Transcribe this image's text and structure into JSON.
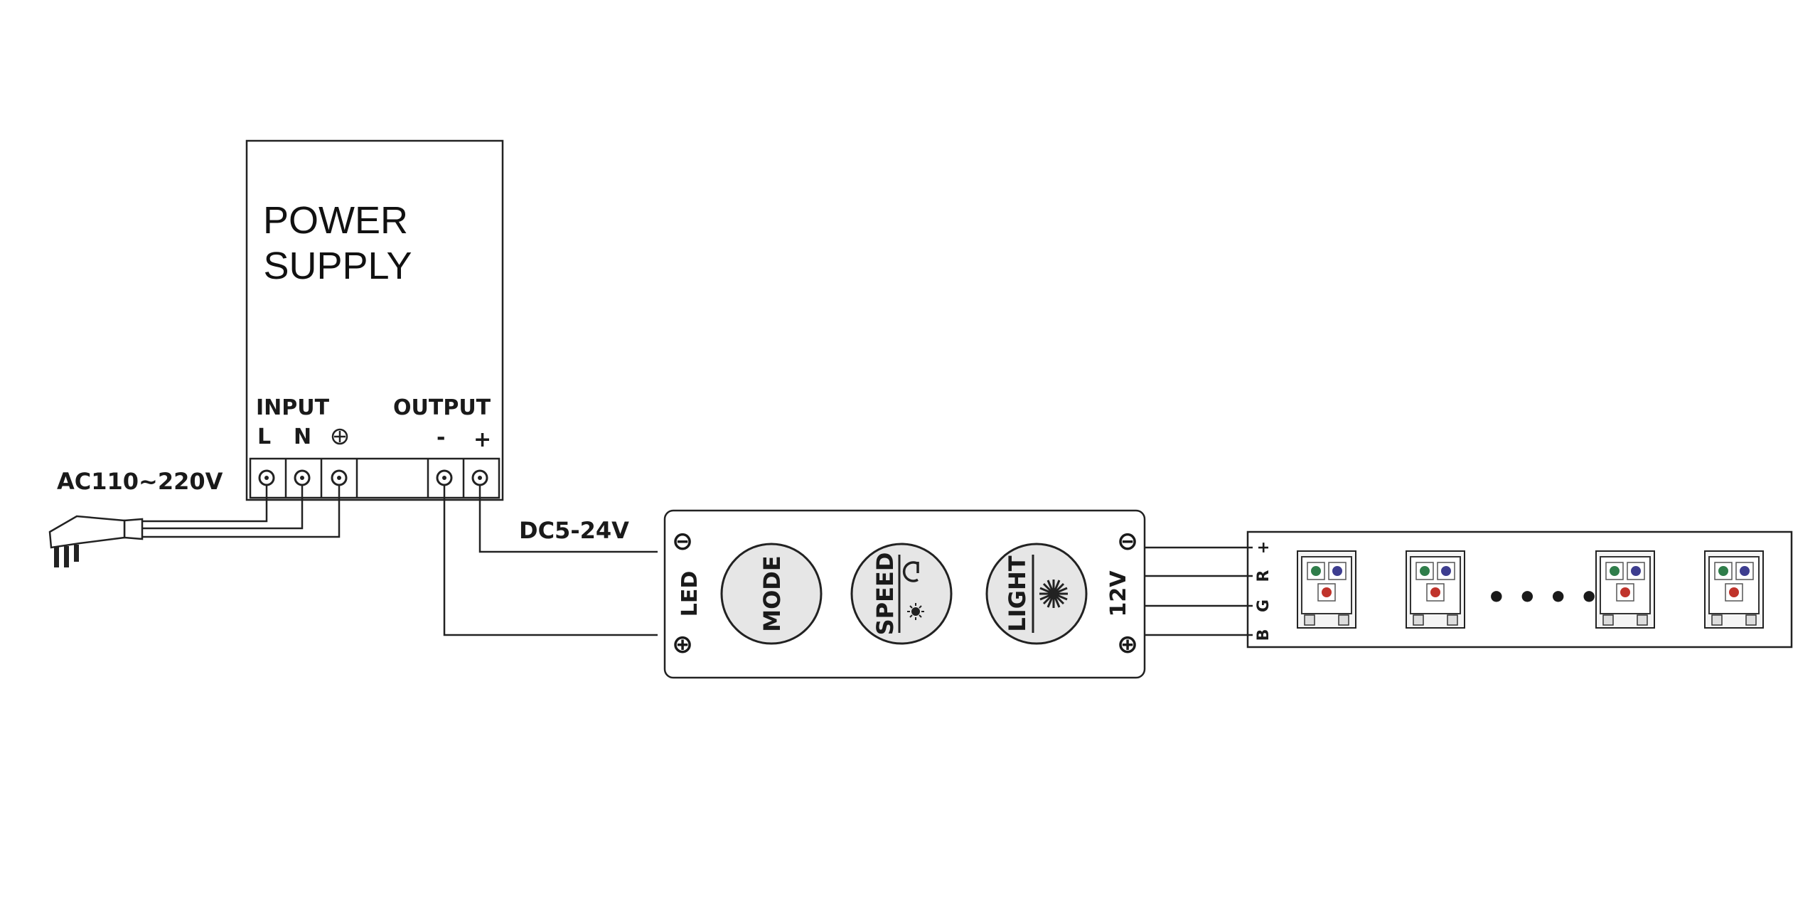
{
  "power_supply": {
    "title_line1": "POWER",
    "title_line2": "SUPPLY",
    "input_label": "INPUT",
    "output_label": "OUTPUT",
    "input_pins": [
      "L",
      "N"
    ],
    "output_pins": [
      "-",
      "+"
    ]
  },
  "ac_label": "AC110~220V",
  "dc_label": "DC5-24V",
  "controller": {
    "left_label": "LED",
    "right_label": "12V",
    "minus_symbol": "⊖",
    "plus_symbol": "⊕",
    "buttons": [
      "MODE",
      "SPEED",
      "LIGHT"
    ]
  },
  "strip": {
    "pins": [
      "+",
      "R",
      "G",
      "B"
    ],
    "ellipsis": "• • • •"
  }
}
